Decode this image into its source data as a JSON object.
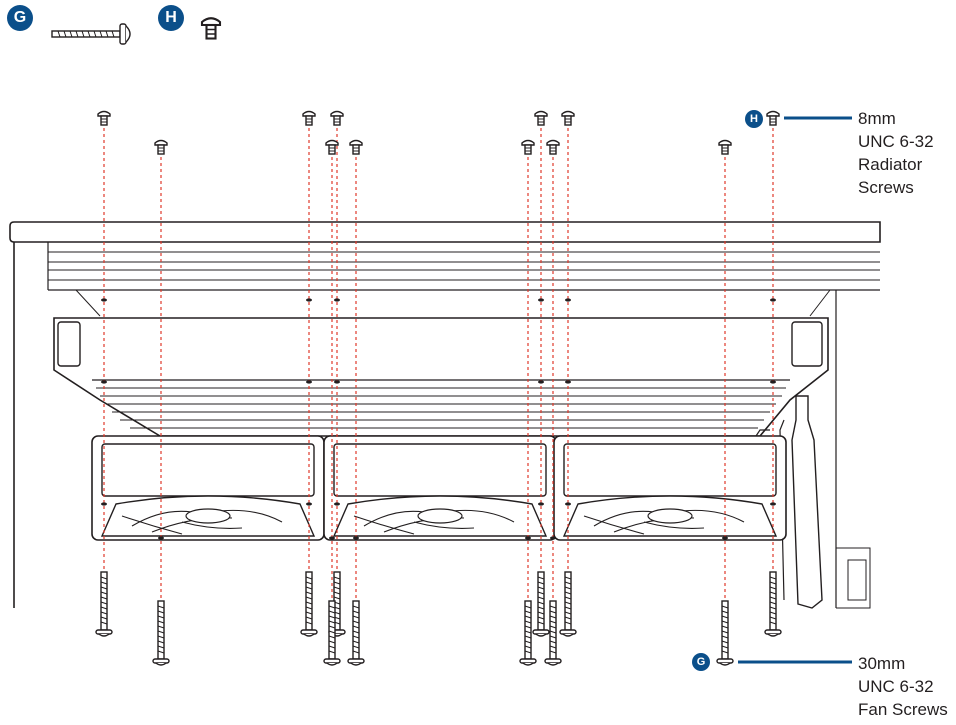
{
  "legend": {
    "g_letter": "G",
    "h_letter": "H"
  },
  "callouts": {
    "radiator": {
      "badge": "H",
      "lines": [
        "8mm",
        "UNC 6-32",
        "Radiator",
        "Screws"
      ]
    },
    "fan": {
      "badge": "G",
      "lines": [
        "30mm",
        "UNC 6-32",
        "Fan Screws"
      ]
    }
  },
  "colors": {
    "badge": "#0b4f8a",
    "line": "#231f20",
    "guide": "#e0392b"
  },
  "counts": {
    "fans": 3,
    "radiator_screws": 12,
    "fan_screws": 12
  }
}
